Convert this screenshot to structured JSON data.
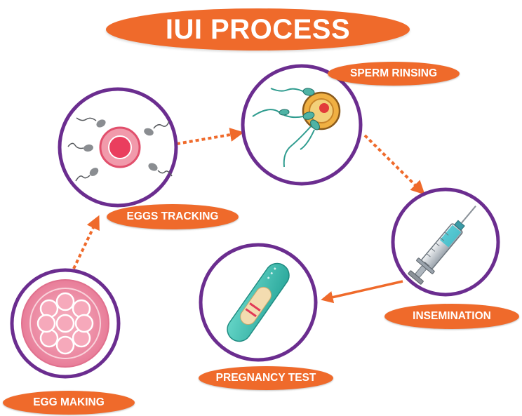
{
  "title": "IUI PROCESS",
  "steps": {
    "egg_making": "EGG MAKING",
    "eggs_tracking": "EGGS TRACKING",
    "sperm_rinsing": "SPERM RINSING",
    "insemination": "INSEMINATION",
    "pregnancy_test": "PREGNANCY TEST"
  },
  "colors": {
    "accent": "#ef6a2b",
    "circle_border": "#6b2d8f",
    "arrow": "#ef6a2b",
    "label_text": "#ffffff"
  },
  "icons": {
    "egg_making": "egg-cluster-icon",
    "eggs_tracking": "egg-with-sperm-icon",
    "sperm_rinsing": "sperm-cells-icon",
    "insemination": "syringe-icon",
    "pregnancy_test": "pregnancy-test-icon"
  }
}
